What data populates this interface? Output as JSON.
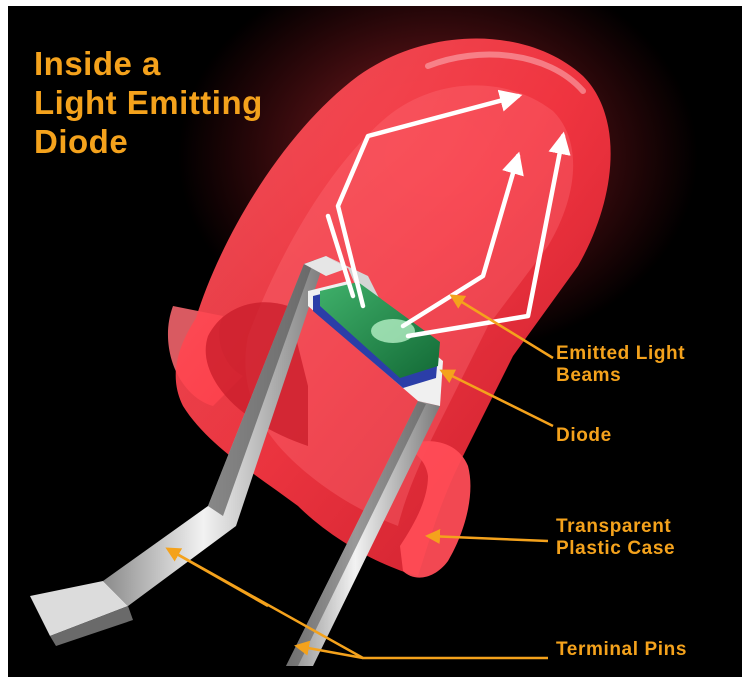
{
  "title_lines": [
    "Inside a",
    "Light Emitting",
    "Diode"
  ],
  "labels": {
    "emitted_light": [
      "Emitted Light",
      "Beams"
    ],
    "diode": [
      "Diode"
    ],
    "case": [
      "Transparent",
      "Plastic Case"
    ],
    "pins": [
      "Terminal Pins"
    ]
  },
  "colors": {
    "background": "#000000",
    "text_accent": "#f4a21c",
    "case_red": "#ff3c46",
    "chip_green": "#1f8a4c",
    "substrate_blue": "#2b3ea8",
    "pin_silver": "#c9c9c9",
    "light_beams": "#ffffff"
  }
}
